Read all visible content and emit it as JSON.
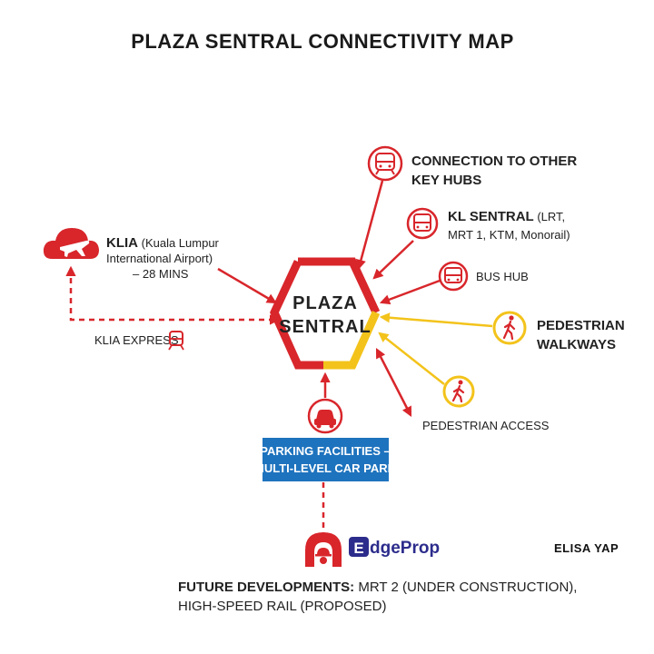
{
  "title": "PLAZA SENTRAL CONNECTIVITY MAP",
  "center": {
    "line1": "PLAZA",
    "line2": "SENTRAL"
  },
  "connection_hubs": {
    "line1": "CONNECTION TO OTHER",
    "line2": "KEY HUBS"
  },
  "kl_sentral": {
    "bold": "KL SENTRAL",
    "line1_rest": " (LRT,",
    "line2": "MRT 1, KTM, Monorail)"
  },
  "bus_hub": "BUS HUB",
  "pedestrian_walkways": {
    "line1": "PEDESTRIAN",
    "line2": "WALKWAYS"
  },
  "pedestrian_access": "PEDESTRIAN ACCESS",
  "klia": {
    "bold": "KLIA",
    "line1_rest": " (Kuala Lumpur",
    "line2": "International Airport)",
    "line3": "– 28 MINS"
  },
  "klia_express": "KLIA EXPRESS",
  "parking": {
    "line1": "PARKING FACILITIES –",
    "line2": "MULTI-LEVEL CAR PARK"
  },
  "future": {
    "bold": "FUTURE DEVELOPMENTS:",
    "line1_rest": " MRT 2 (UNDER CONSTRUCTION),",
    "line2": "HIGH-SPEED RAIL (PROPOSED)"
  },
  "logo": {
    "e": "E",
    "rest": "dgeProp"
  },
  "credit": "ELISA YAP",
  "colors": {
    "red": "#d8262b",
    "yellow": "#f3c31b",
    "blue": "#1e73be",
    "logo": "#2c2c8c"
  },
  "icons": [
    "train-icon",
    "bus-icon",
    "walking-person-icon",
    "airplane-cloud-icon",
    "car-icon",
    "tunnel-worker-icon"
  ]
}
